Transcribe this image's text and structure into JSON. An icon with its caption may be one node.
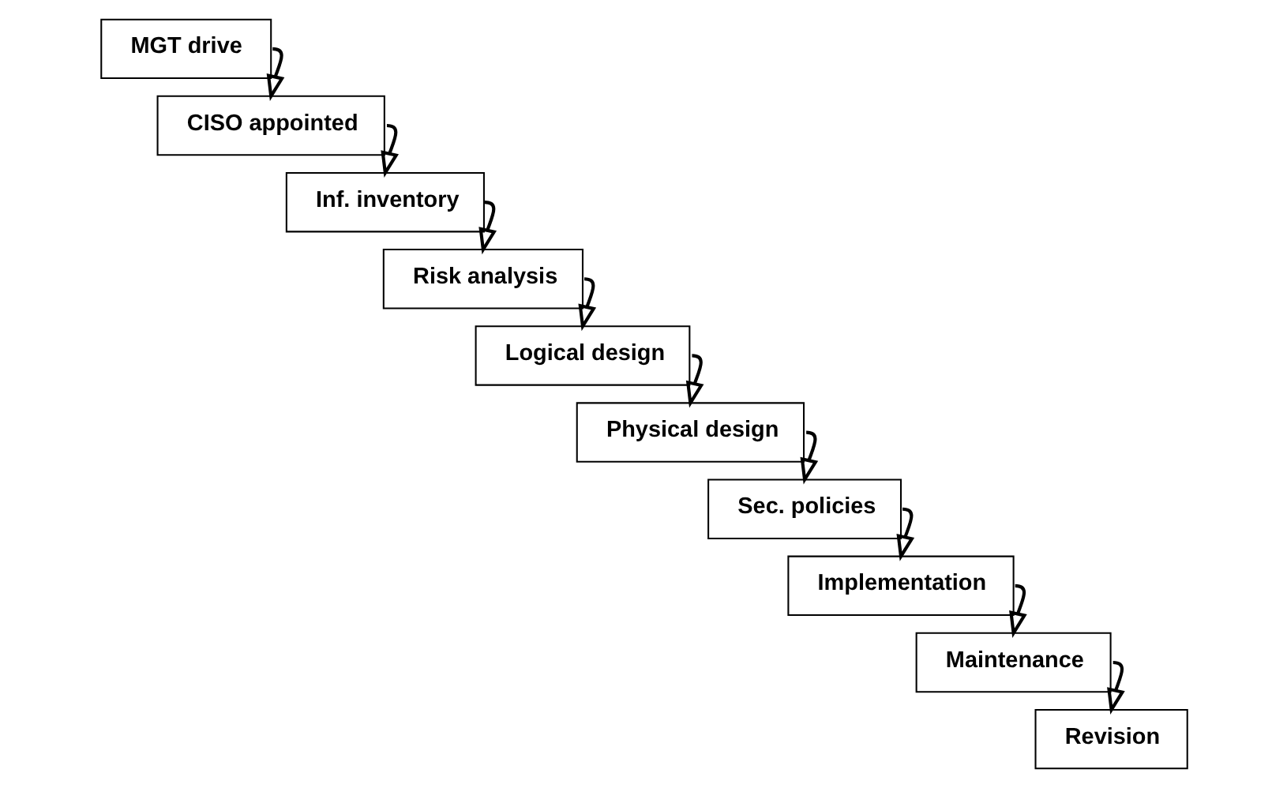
{
  "diagram": {
    "nodes": [
      {
        "text": [
          "MGT drive"
        ]
      },
      {
        "text": [
          "CISO appointed"
        ]
      },
      {
        "text": [
          "Inf. inventory"
        ]
      },
      {
        "text": [
          "Risk analysis"
        ]
      },
      {
        "text": [
          "Logical design"
        ]
      },
      {
        "text": [
          "Physical design"
        ]
      },
      {
        "text": [
          "Sec. policies"
        ]
      },
      {
        "text": [
          "Implementation"
        ]
      },
      {
        "text": [
          "Maintenance"
        ]
      },
      {
        "text": [
          "Revision"
        ]
      }
    ],
    "edges": [
      {
        "from": 0,
        "to": 1,
        "arrow": "to"
      },
      {
        "from": 1,
        "to": 2,
        "arrow": "to"
      },
      {
        "from": 2,
        "to": 3,
        "arrow": "to"
      },
      {
        "from": 3,
        "to": 4,
        "arrow": "to"
      },
      {
        "from": 4,
        "to": 5,
        "arrow": "to"
      },
      {
        "from": 5,
        "to": 6,
        "arrow": "to"
      },
      {
        "from": 6,
        "to": 7,
        "arrow": "to"
      },
      {
        "from": 7,
        "to": 8,
        "arrow": "to"
      },
      {
        "from": 8,
        "to": 9,
        "arrow": "to"
      }
    ]
  }
}
